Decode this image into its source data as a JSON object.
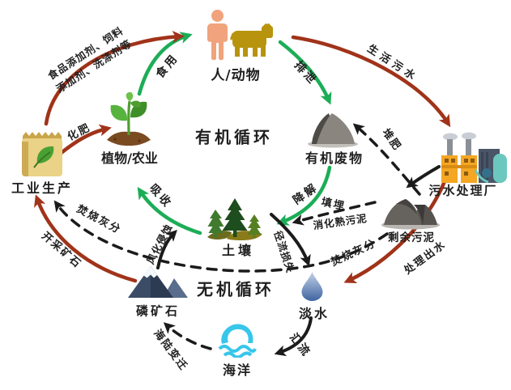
{
  "diagram": {
    "nodes": {
      "person_animal": "人/动物",
      "plants_agriculture": "植物/农业",
      "industrial_production": "工业生产",
      "organic_cycle": "有机循环",
      "organic_waste": "有机废物",
      "sewage_treatment_plant": "污水处理厂",
      "residual_sludge": "剩余污泥",
      "soil": "土壤",
      "inorganic_cycle": "无机循环",
      "phosphate_rock": "磷矿石",
      "freshwater": "淡水",
      "ocean": "海洋"
    },
    "edge_labels": {
      "additives_line1": "食品添加剂、饲料",
      "additives_line2": "添加剂、洗涤剂等",
      "eat": "食用",
      "excrete": "排泄",
      "domestic_sewage": "生活污水",
      "fertilizer": "化肥",
      "compost": "堆肥",
      "landfill": "填埋",
      "digested_sludge": "消化熟污泥",
      "incineration_ash_right": "焚烧灰分",
      "treated_effluent": "处理出水",
      "degradation": "降解",
      "absorption": "吸收",
      "runoff_loss": "径流损失",
      "weathering_erosion": "风化侵蚀",
      "incineration_ash_left": "焚烧灰分",
      "ore_mining": "开采矿石",
      "confluence": "汇流",
      "sea_land_change": "海陆变迁"
    },
    "icons": {
      "person_animal": [
        "person-icon",
        "cow-icon"
      ],
      "plants_agriculture": "seedling-icon",
      "industrial_production": "fertilizer-bag-icon",
      "organic_waste": "waste-pile-icon",
      "sewage_treatment_plant": "factory-icon",
      "residual_sludge": "sludge-pile-icon",
      "soil": "pine-trees-icon",
      "phosphate_rock": "mountain-icon",
      "freshwater": "water-drop-icon",
      "ocean": "wave-icon"
    },
    "colors": {
      "green_arrow": "#1cad57",
      "red_arrow": "#a03319",
      "black_arrow": "#1b1b1b",
      "text": "#1f1f1f"
    }
  }
}
